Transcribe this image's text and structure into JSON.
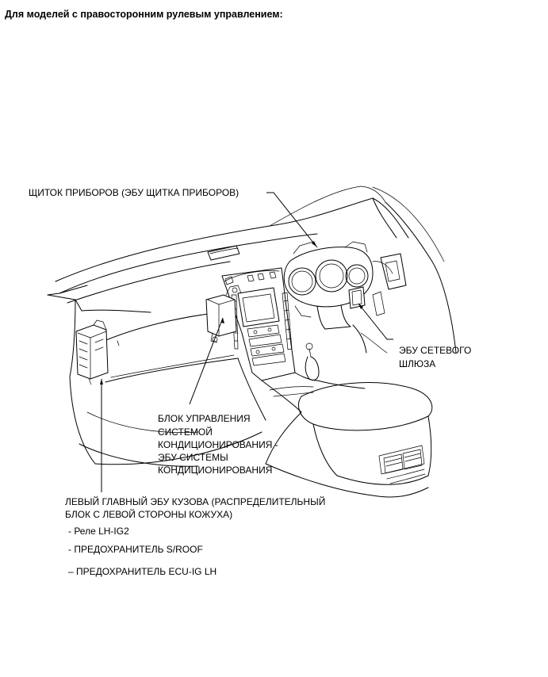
{
  "heading": "Для моделей с правосторонним рулевым управлением:",
  "labels": {
    "instrument_cluster": "ЩИТОК ПРИБОРОВ (ЭБУ ЩИТКА ПРИБОРОВ)",
    "gateway_ecu": [
      "ЭБУ СЕТЕВОГО",
      "ШЛЮЗА"
    ],
    "ac_control": [
      "БЛОК УПРАВЛЕНИЯ",
      "СИСТЕМОЙ",
      "КОНДИЦИОНИРОВАНИЯ -",
      "ЭБУ СИСТЕМЫ",
      "КОНДИЦИОНИРОВАНИЯ"
    ],
    "main_body_ecu": [
      "ЛЕВЫЙ ГЛАВНЫЙ ЭБУ КУЗОВА (РАСПРЕДЕЛИТЕЛЬНЫЙ",
      "БЛОК С ЛЕВОЙ СТОРОНЫ КОЖУХА)"
    ],
    "items": [
      "- Реле LH-IG2",
      "- ПРЕДОХРАНИТЕЛЬ S/ROOF",
      "– ПРЕДОХРАНИТЕЛЬ ECU-IG LH"
    ]
  }
}
